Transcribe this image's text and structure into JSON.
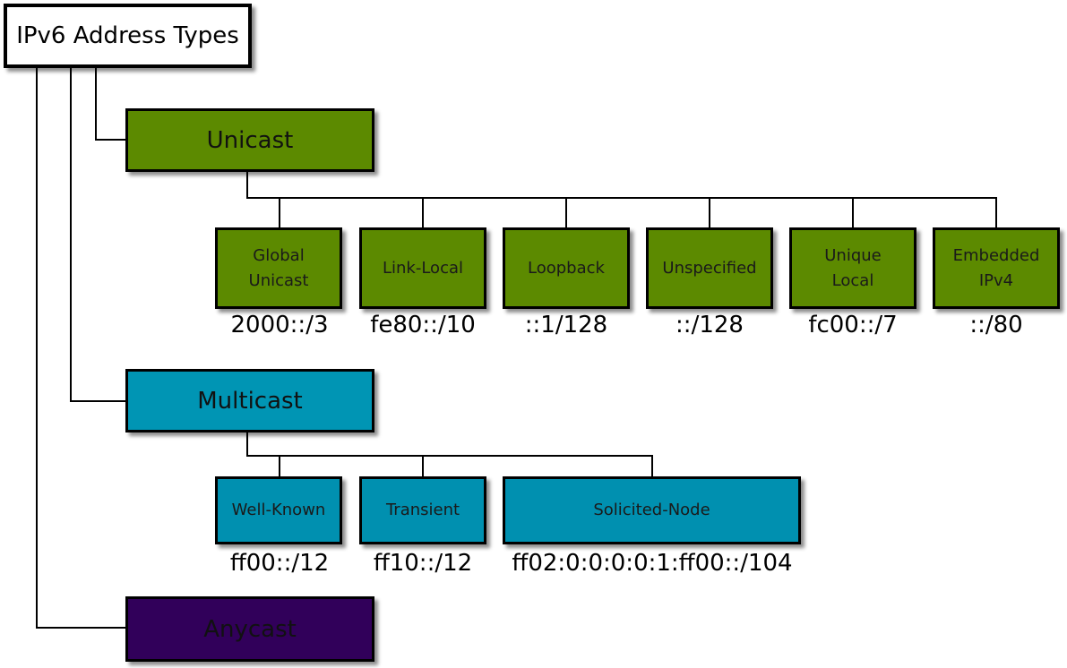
{
  "root": {
    "label": "IPv6 Address Types"
  },
  "categories": {
    "unicast": {
      "label": "Unicast",
      "children": [
        {
          "label": "Global Unicast",
          "prefix": "2000::/3"
        },
        {
          "label": "Link-Local",
          "prefix": "fe80::/10"
        },
        {
          "label": "Loopback",
          "prefix": "::1/128"
        },
        {
          "label": "Unspecified",
          "prefix": "::/128"
        },
        {
          "label": "Unique Local",
          "prefix": "fc00::/7"
        },
        {
          "label": "Embedded IPv4",
          "prefix": "::/80"
        }
      ]
    },
    "multicast": {
      "label": "Multicast",
      "children": [
        {
          "label": "Well-Known",
          "prefix": "ff00::/12"
        },
        {
          "label": "Transient",
          "prefix": "ff10::/12"
        },
        {
          "label": "Solicited-Node",
          "prefix": "ff02:0:0:0:0:1:ff00::/104"
        }
      ]
    },
    "anycast": {
      "label": "Anycast"
    }
  },
  "colors": {
    "unicast": "#5c8a00",
    "multicast": "#0095b4",
    "anycast": "#31005a"
  }
}
